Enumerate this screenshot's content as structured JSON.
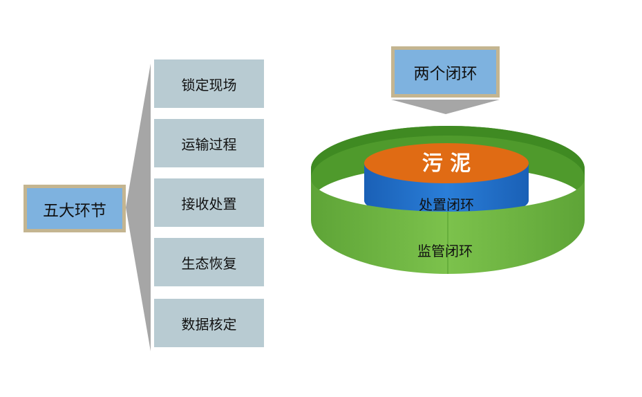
{
  "main_title": "五大环节",
  "steps": [
    "锁定现场",
    "运输过程",
    "接收处置",
    "生态恢复",
    "数据核定"
  ],
  "loops": {
    "title": "两个闭环",
    "core": "污 泥",
    "inner": "处置闭环",
    "outer": "监管闭环"
  },
  "colors": {
    "title_fill": "#7eb2df",
    "title_border": "#c4b590",
    "step_fill": "#b8cbd2",
    "connector": "#a6a6a6",
    "outer_ring": "#70b844",
    "inner_cylinder": "#1f6fc9",
    "core_top": "#e06b14"
  }
}
